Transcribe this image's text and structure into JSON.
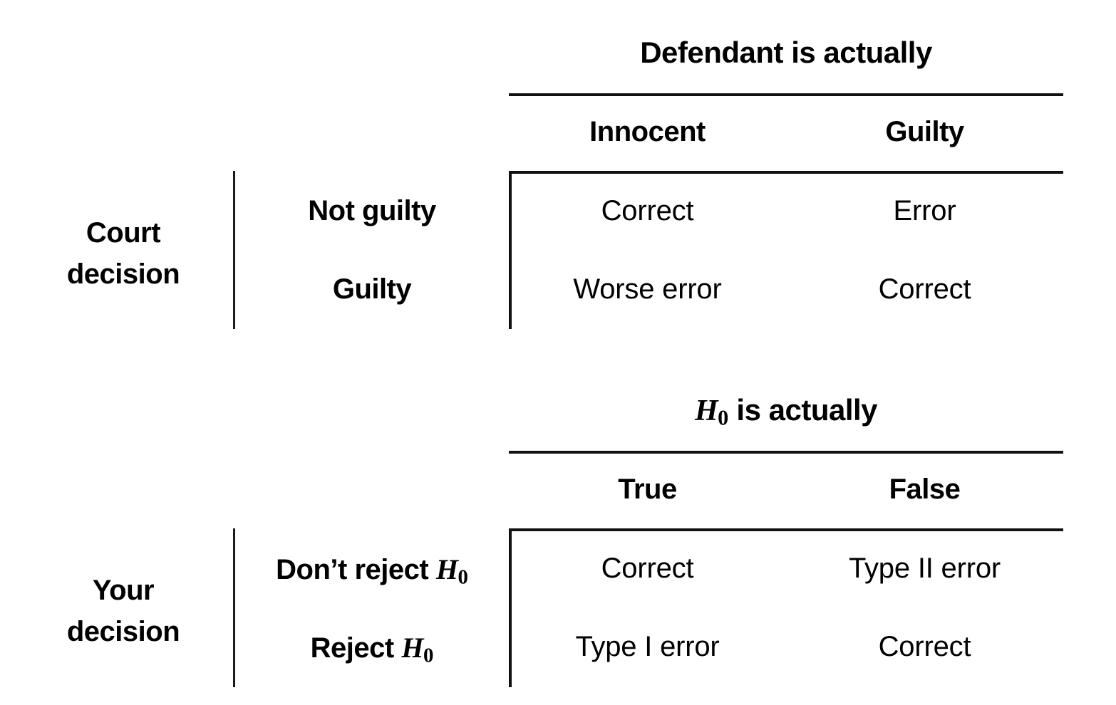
{
  "page": {
    "kind": "decision-matrix-slide",
    "background": "#ffffff",
    "ink": "#000000",
    "rule_color": "#111111"
  },
  "tables": [
    {
      "id": "court",
      "title": "Defendant is actually",
      "title_has_math": false,
      "group_label_lines": [
        "Court",
        "decision"
      ],
      "column_headers": [
        "Innocent",
        "Guilty"
      ],
      "rows": [
        {
          "label": "Not guilty",
          "label_has_math": false,
          "cells": [
            "Correct",
            "Error"
          ]
        },
        {
          "label": "Guilty",
          "label_has_math": false,
          "cells": [
            "Worse error",
            "Correct"
          ]
        }
      ]
    },
    {
      "id": "hypothesis",
      "title": "H₀ is actually",
      "title_math_prefix": "H",
      "title_math_subscript": "0",
      "title_math_suffix": " is actually",
      "title_has_math": true,
      "group_label_lines": [
        "Your",
        "decision"
      ],
      "column_headers": [
        "True",
        "False"
      ],
      "rows": [
        {
          "label": "Don’t reject H₀",
          "label_has_math": true,
          "label_text_prefix": "Don’t reject ",
          "label_math_var": "H",
          "label_math_subscript": "0",
          "cells": [
            "Correct",
            "Type II error"
          ]
        },
        {
          "label": "Reject H₀",
          "label_has_math": true,
          "label_text_prefix": "Reject ",
          "label_math_var": "H",
          "label_math_subscript": "0",
          "cells": [
            "Type I error",
            "Correct"
          ]
        }
      ]
    }
  ]
}
